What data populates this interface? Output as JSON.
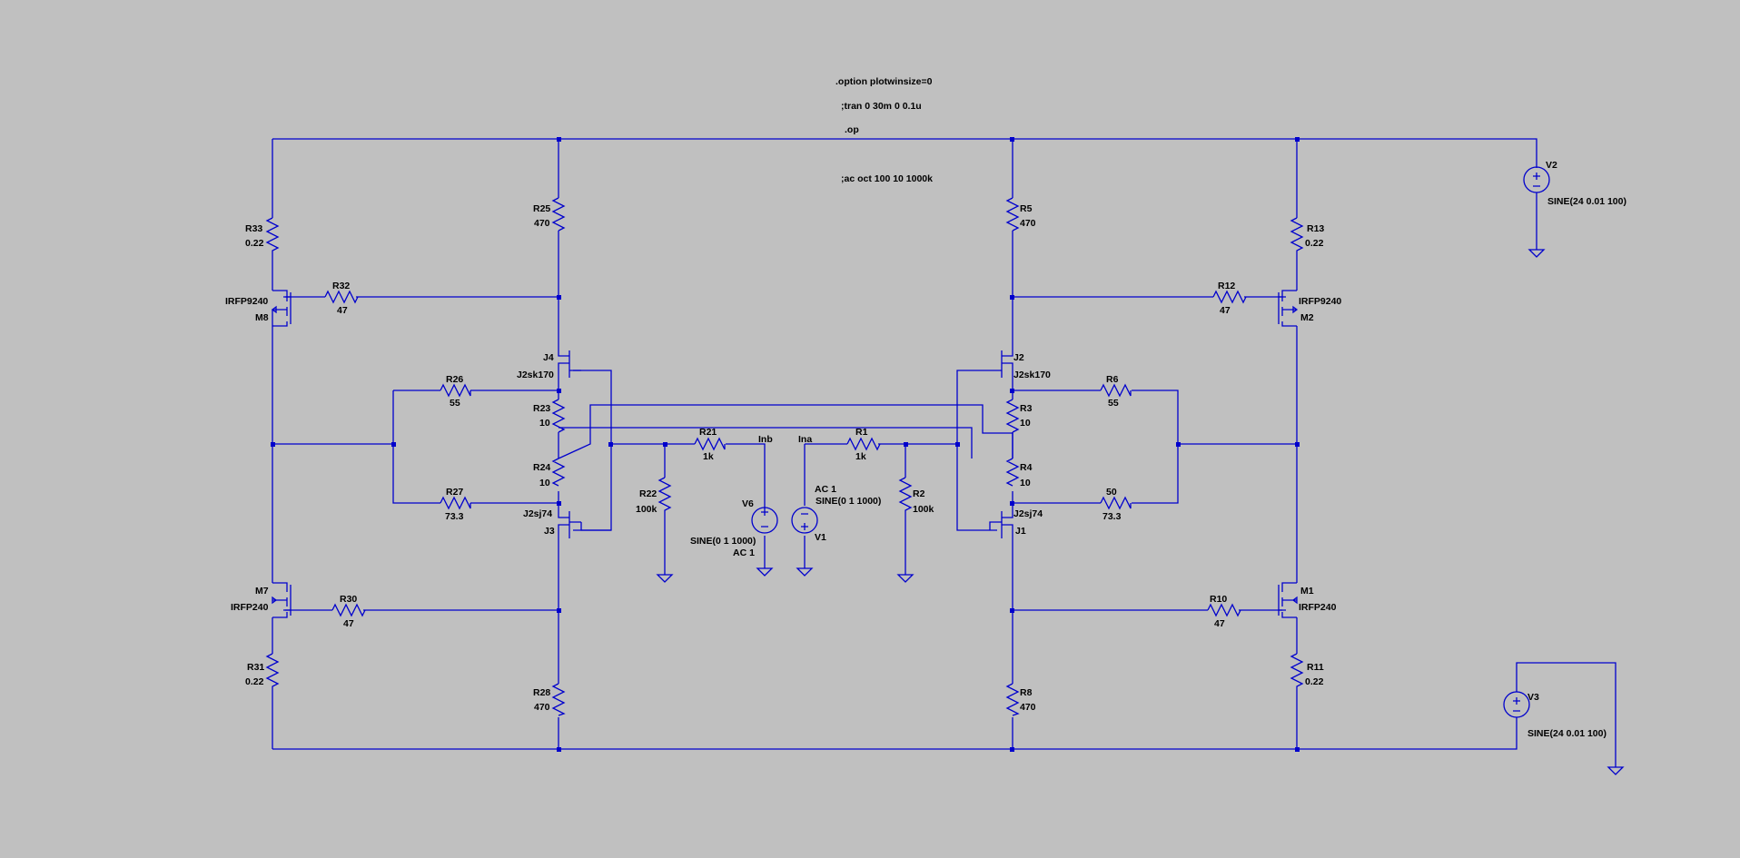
{
  "directives": {
    "option": ".option plotwinsize=0",
    "tran": ";tran 0 30m 0 0.1u",
    "op": ".op",
    "ac": ";ac oct 100 10 1000k"
  },
  "sources": {
    "V2": {
      "name": "V2",
      "value": "SINE(24 0.01 100)"
    },
    "V3": {
      "name": "V3",
      "value": "SINE(24 0.01 100)"
    },
    "V6": {
      "name": "V6",
      "value": "SINE(0 1 1000)",
      "ac": "AC 1"
    },
    "V1": {
      "name": "V1",
      "value": "SINE(0 1 1000)",
      "ac": "AC 1"
    }
  },
  "resistors": {
    "R33": {
      "name": "R33",
      "value": "0.22"
    },
    "R32": {
      "name": "R32",
      "value": "47"
    },
    "R25": {
      "name": "R25",
      "value": "470"
    },
    "R26": {
      "name": "R26",
      "value": "55"
    },
    "R23": {
      "name": "R23",
      "value": "10"
    },
    "R24": {
      "name": "R24",
      "value": "10"
    },
    "R27": {
      "name": "R27",
      "value": "73.3"
    },
    "R21": {
      "name": "R21",
      "value": "1k"
    },
    "R22": {
      "name": "R22",
      "value": "100k"
    },
    "R30": {
      "name": "R30",
      "value": "47"
    },
    "R31": {
      "name": "R31",
      "value": "0.22"
    },
    "R28": {
      "name": "R28",
      "value": "470"
    },
    "R1": {
      "name": "R1",
      "value": "1k"
    },
    "R2": {
      "name": "R2",
      "value": "100k"
    },
    "R5": {
      "name": "R5",
      "value": "470"
    },
    "R6": {
      "name": "R6",
      "value": "55"
    },
    "R3": {
      "name": "R3",
      "value": "10"
    },
    "R4": {
      "name": "R4",
      "value": "10"
    },
    "R50": {
      "name": "50",
      "value": "73.3"
    },
    "R8": {
      "name": "R8",
      "value": "470"
    },
    "R12": {
      "name": "R12",
      "value": "47"
    },
    "R13": {
      "name": "R13",
      "value": "0.22"
    },
    "R10": {
      "name": "R10",
      "value": "47"
    },
    "R11": {
      "name": "R11",
      "value": "0.22"
    }
  },
  "transistors": {
    "M8": {
      "name": "M8",
      "model": "IRFP9240"
    },
    "M7": {
      "name": "M7",
      "model": "IRFP240"
    },
    "M2": {
      "name": "M2",
      "model": "IRFP9240"
    },
    "M1": {
      "name": "M1",
      "model": "IRFP240"
    },
    "J4": {
      "name": "J4",
      "model": "J2sk170"
    },
    "J3": {
      "name": "J3",
      "model": "J2sj74"
    },
    "J2": {
      "name": "J2",
      "model": "J2sk170"
    },
    "J1": {
      "name": "J1",
      "model": "J2sj74"
    }
  },
  "nets": {
    "inb": "Inb",
    "ina": "Ina"
  }
}
